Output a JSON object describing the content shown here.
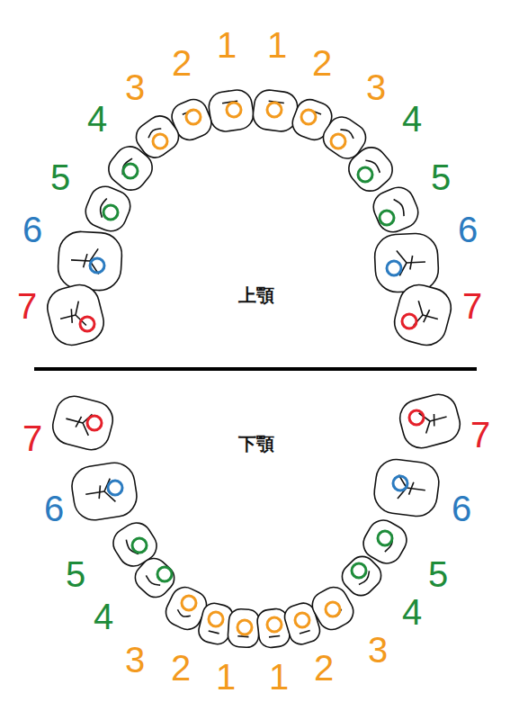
{
  "diagram": {
    "labels": [
      "1",
      "1",
      "2",
      "2",
      "3",
      "3",
      "4",
      "4",
      "5",
      "5",
      "6",
      "6",
      "上顎",
      "7",
      "7",
      "7",
      "7",
      "下顎",
      "6",
      "6",
      "5",
      "5",
      "4",
      "4",
      "3",
      "3",
      "2",
      "2",
      "1",
      "1"
    ]
  }
}
